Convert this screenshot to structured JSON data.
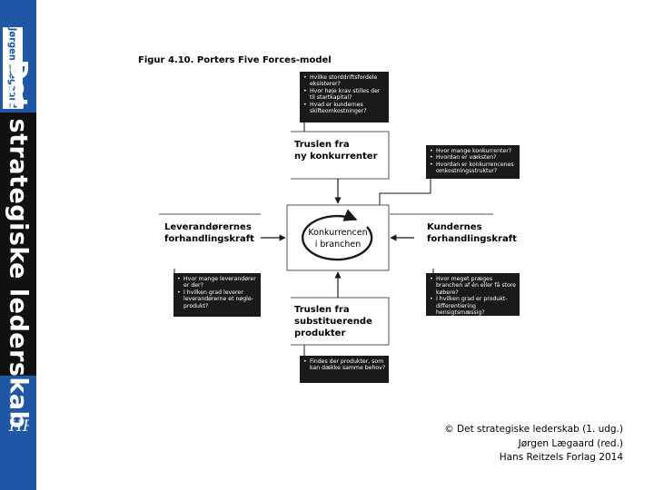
{
  "sidebar": {
    "author": "Jørgen Lægaard",
    "book_title": "Det strategiske lederskab",
    "logo_text": "HR"
  },
  "figure": {
    "title": "Figur 4.10. Porters Five Forces-model",
    "center_label": [
      "Konkurrencen",
      "i branchen"
    ],
    "forces": {
      "top": [
        "Truslen fra",
        "ny konkurrenter"
      ],
      "left": [
        "Leverandørernes",
        "forhandlingskraft"
      ],
      "right": [
        "Kundernes",
        "forhandlingskraft"
      ],
      "bottom": [
        "Truslen fra",
        "substituerende",
        "produkter"
      ]
    },
    "question_boxes": {
      "top": [
        "Hvilke storddriftsfordele eksisterer?",
        "Hvor høje krav stilles der til startkapital?",
        "Hvad er kundernes skifteomkostninger?"
      ],
      "rivalry": [
        "Hvor mange konkurrenter?",
        "Hvordan er væksten?",
        "Hvordan er konkurrencenes omkostningsstruktur?"
      ],
      "left": [
        "Hvor mange leverandører er der?",
        "I hvilken grad leverer leverandørerne et nøgle-produkt?"
      ],
      "right": [
        "Hvor meget præges branchen af én eller få store købere?",
        "I hvilken grad er produkt-differentiering hensigtsmæssig?"
      ],
      "bottom": [
        "Findes der produkter, som kan dække samme behov?"
      ]
    }
  },
  "copyright": {
    "line1": "© Det strategiske lederskab (1. udg.)",
    "line2": "Jørgen Lægaard (red.)",
    "line3": "Hans Reitzels Forlag 2014"
  },
  "colors": {
    "sidebar": "#1f56a6",
    "title_band": "#111111",
    "question_box": "#1a1a1a"
  }
}
